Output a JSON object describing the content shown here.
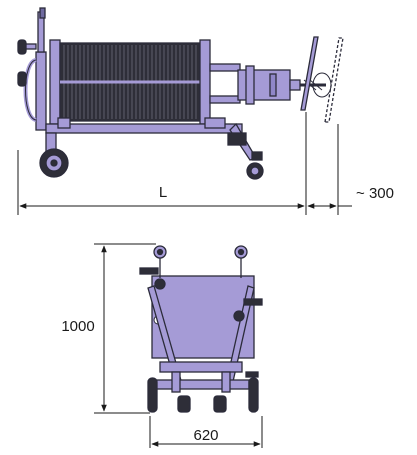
{
  "labels": {
    "length": "L",
    "clearance": "~ 300",
    "height": "1000",
    "width": "620"
  },
  "colors": {
    "frame": "#a59bd6",
    "frame_stroke": "#2b2b3a",
    "plates": "#2e2e38",
    "dimension": "#1a1a1a"
  }
}
